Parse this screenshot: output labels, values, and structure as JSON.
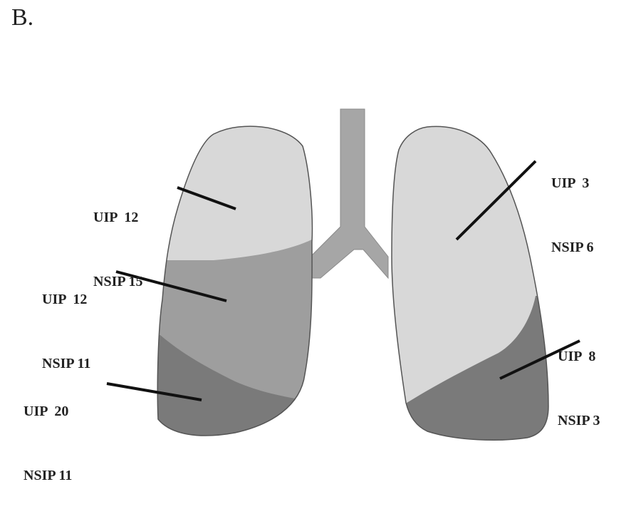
{
  "panel_letter": "B.",
  "regions": {
    "right_upper": {
      "line1": "UIP  12",
      "line2": "NSIP 15"
    },
    "right_middle": {
      "line1": "UIP  12",
      "line2": "NSIP 11"
    },
    "right_lower": {
      "line1": "UIP  20",
      "line2": "NSIP 11"
    },
    "left_upper": {
      "line1": "UIP  3",
      "line2": "NSIP 6"
    },
    "left_lower": {
      "line1": "UIP  8",
      "line2": "NSIP 3"
    }
  },
  "colors": {
    "upper_zone": "#d8d8d8",
    "middle_zone": "#9e9e9e",
    "lower_zone": "#7a7a7a",
    "trachea": "#a6a6a6",
    "outline": "#555555",
    "leader_line": "#111111"
  }
}
